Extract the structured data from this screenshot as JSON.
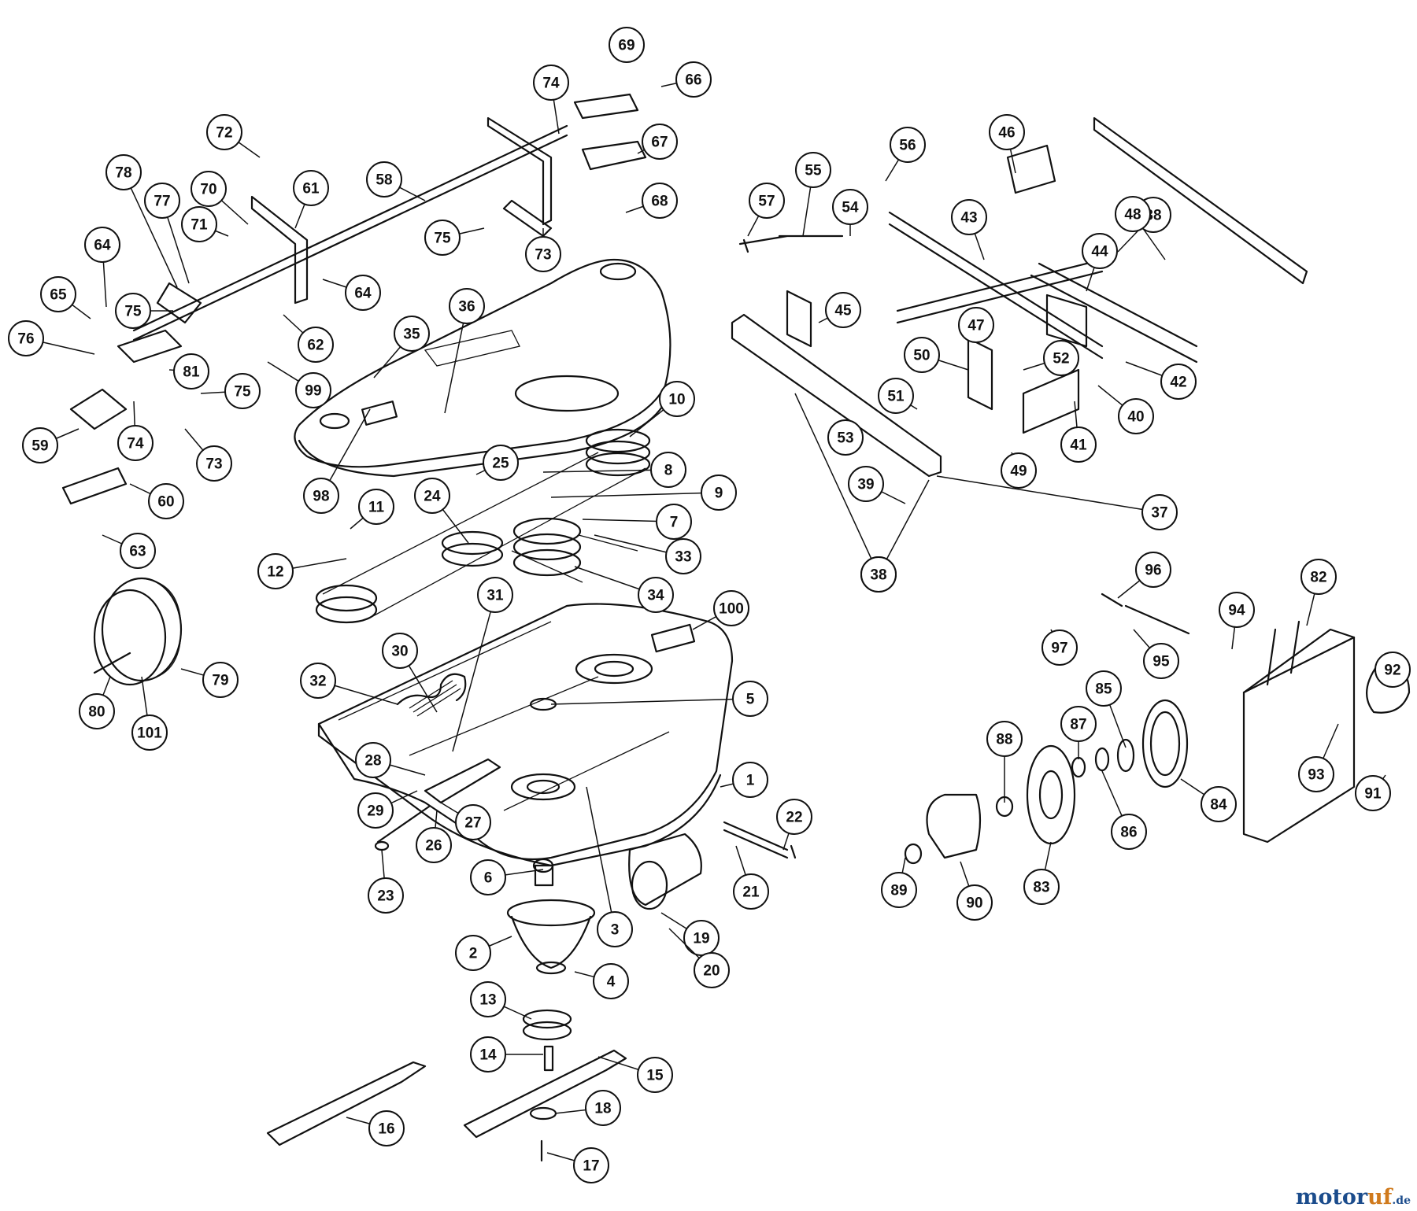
{
  "watermark": {
    "main": "motor",
    "accent": "uf",
    "suffix": ".de",
    "color_main": "#1b4c8c",
    "color_accent": "#d07a1c"
  },
  "part_labels": [
    "1",
    "2",
    "3",
    "4",
    "5",
    "6",
    "7",
    "8",
    "9",
    "10",
    "11",
    "12",
    "13",
    "14",
    "15",
    "16",
    "17",
    "18",
    "19",
    "20",
    "21",
    "22",
    "23",
    "24",
    "25",
    "26",
    "27",
    "28",
    "29",
    "30",
    "31",
    "32",
    "33",
    "34",
    "35",
    "36",
    "37",
    "38",
    "38",
    "38",
    "39",
    "40",
    "41",
    "42",
    "43",
    "44",
    "45",
    "46",
    "47",
    "48",
    "49",
    "50",
    "51",
    "52",
    "53",
    "54",
    "55",
    "56",
    "57",
    "58",
    "59",
    "60",
    "61",
    "62",
    "63",
    "64",
    "64",
    "65",
    "66",
    "67",
    "68",
    "69",
    "70",
    "71",
    "72",
    "73",
    "73",
    "74",
    "74",
    "75",
    "75",
    "75",
    "76",
    "77",
    "78",
    "79",
    "80",
    "81",
    "82",
    "83",
    "84",
    "85",
    "86",
    "87",
    "88",
    "89",
    "90",
    "91",
    "92",
    "93",
    "94",
    "95",
    "96",
    "97",
    "98",
    "99",
    "100",
    "101"
  ]
}
